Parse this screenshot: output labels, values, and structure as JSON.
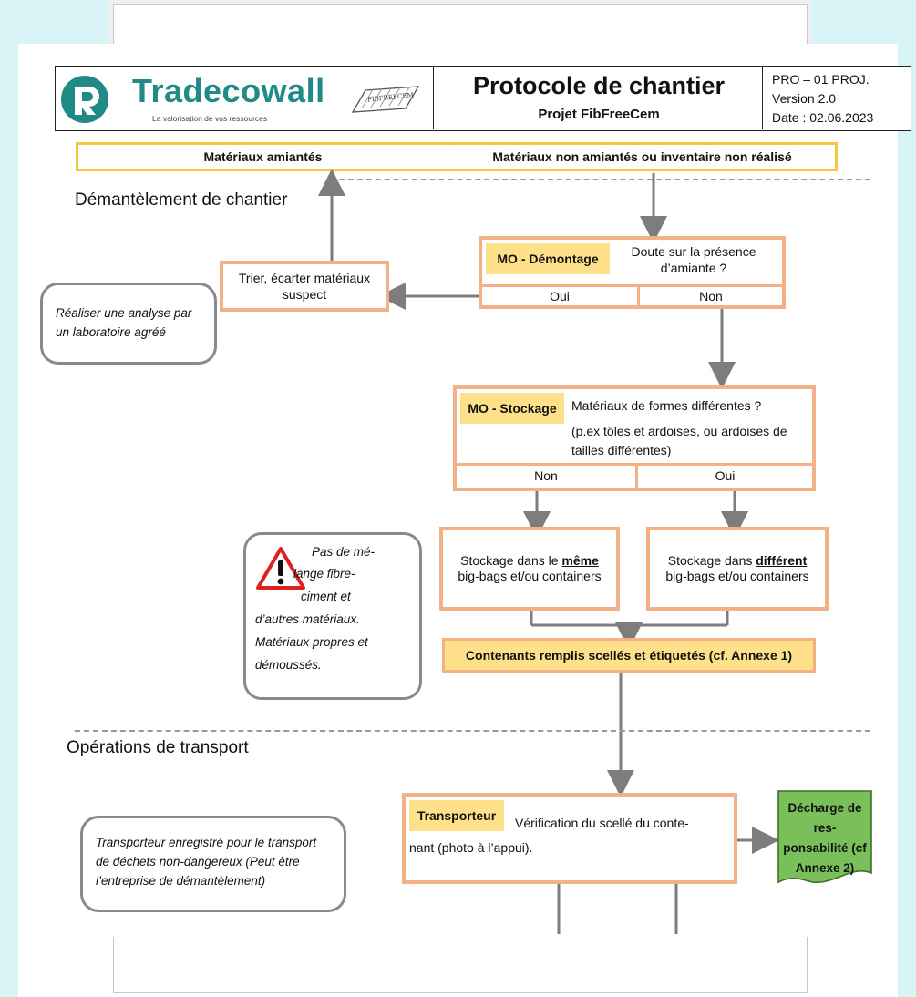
{
  "header": {
    "company_name": "Tradecowall",
    "company_tagline": "La valorisation de vos ressources",
    "project_logo_text": "FIBFREECEM",
    "title": "Protocole de chantier",
    "subtitle": "Projet FibFreeCem",
    "doc_code": "PRO – 01 PROJ.",
    "version": "Version 2.0",
    "date": "Date : 02.06.2023"
  },
  "top_row": {
    "left": "Matériaux amiantés",
    "right": "Matériaux non amiantés ou inventaire non réalisé"
  },
  "sections": {
    "dismantling": "Démantèlement de chantier",
    "transport": "Opérations de transport"
  },
  "mo_demontage": {
    "label": "MO - Démontage",
    "question": "Doute sur la présence d’amiante ?",
    "yes": "Oui",
    "no": "Non"
  },
  "sort_box": "Trier, écarter matériaux suspect",
  "lab_note": "Réaliser une analyse par un laboratoire agréé",
  "mo_stockage": {
    "label": "MO - Stockage",
    "question_line1": "Matériaux de formes différentes ?",
    "question_line2": "(p.ex tôles et ardoises, ou ardoises de tailles différentes)",
    "no": "Non",
    "yes": "Oui"
  },
  "storage_same": {
    "prefix": "Stockage dans le ",
    "emph": "même",
    "suffix": "big-bags et/ou containers"
  },
  "storage_diff": {
    "prefix": "Stockage dans ",
    "emph": "différent",
    "suffix": "big-bags et/ou containers"
  },
  "warning_note": {
    "l1": "Pas de mé-",
    "l2": "lange fibre-",
    "l3": "ciment et",
    "l4": "d’autres matériaux.",
    "l5": "Matériaux propres et",
    "l6": "démoussés."
  },
  "sealed": "Contenants remplis scellés et étiquetés (cf. Annexe 1)",
  "transporteur": {
    "label": "Transporteur",
    "text1": "Vérification du scellé du conte-",
    "text2": "nant (photo à l’appui)."
  },
  "transport_note": "Transporteur enregistré pour le transport de déchets non-dangereux (Peut être l’entreprise de démantèlement)",
  "discharge": {
    "l1": "Décharge de res-",
    "l2": "ponsabilité (cf",
    "l3": "Annexe 2)"
  },
  "colors": {
    "orange_border": "#f3b188",
    "yellow_fill": "#ffe08a",
    "green_doc": "#7ac05a",
    "arrow_gray": "#7d7d7d",
    "teal_brand": "#1f8a86",
    "background": "#d8f4f6"
  }
}
